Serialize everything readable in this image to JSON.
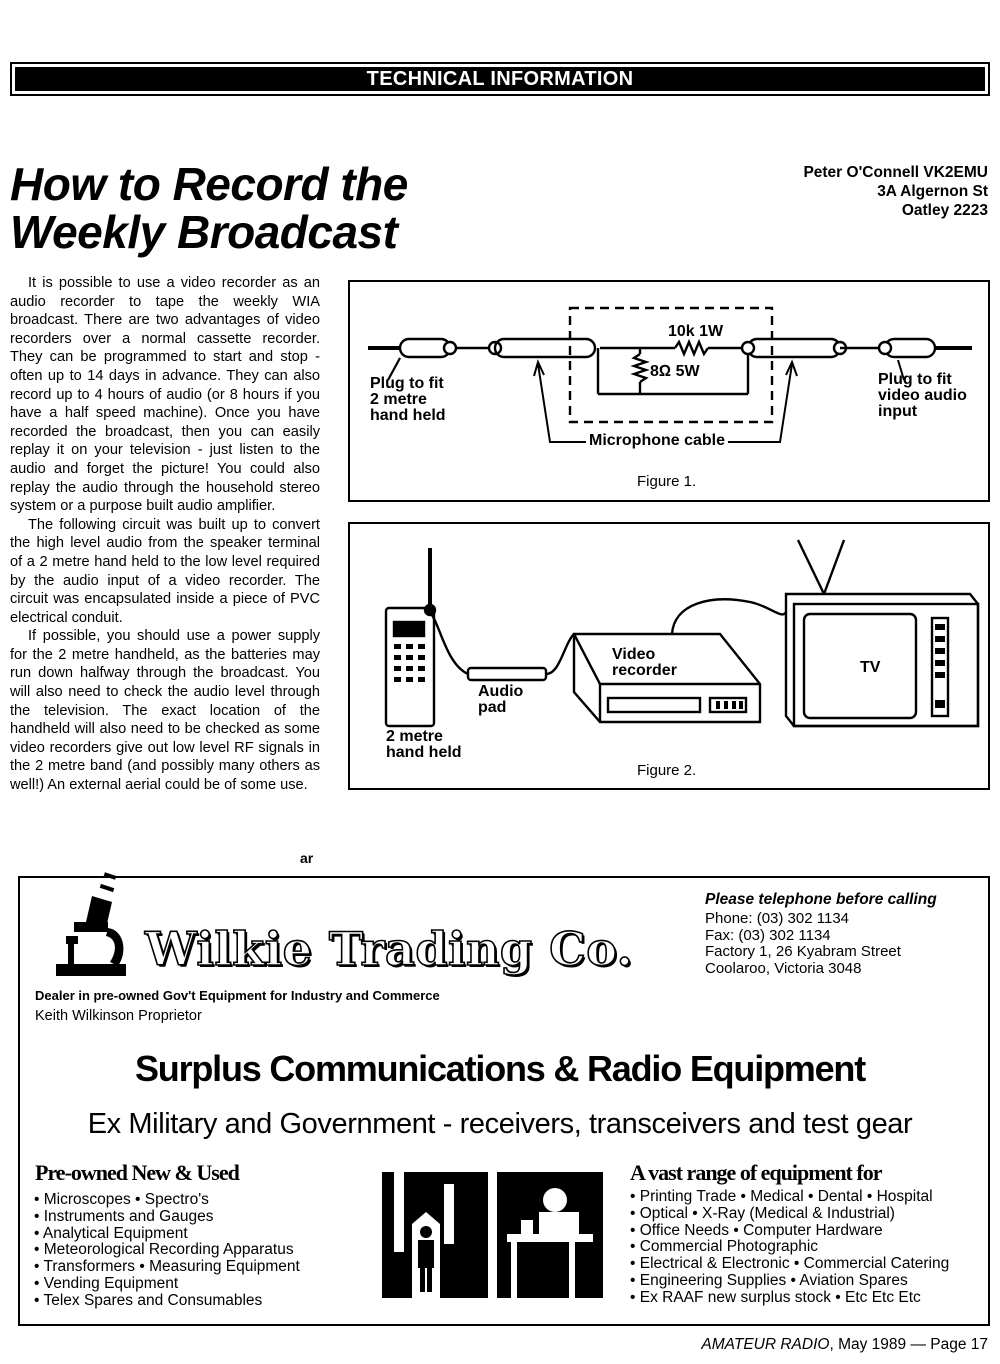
{
  "banner": "TECHNICAL INFORMATION",
  "title": [
    "How to Record the",
    "Weekly Broadcast"
  ],
  "author": [
    "Peter O'Connell VK2EMU",
    "3A Algernon St",
    "Oatley 2223"
  ],
  "body": [
    "It is possible to use a video recorder as an audio recorder to tape the weekly WIA broadcast. There are two advantages of video recorders over a normal cassette recorder. They can be programmed to start and stop - often up to 14 days in advance. They can also record up to 4 hours of audio (or 8 hours if you have a half speed machine). Once you have recorded the broadcast, then you can easily replay it on your television - just listen to the audio and forget the picture! You could also replay the audio through the household stereo system or a purpose built audio amplifier.",
    "The following circuit was built up to convert the high level audio from the speaker terminal of a 2 metre hand held to the low level required by the audio input of a video recorder. The circuit was encapsulated inside a piece of PVC electrical conduit.",
    "If possible, you should use a power supply for the 2 metre handheld, as the batteries may run down halfway through the broadcast. You will also need to check the audio level through the television. The exact location of the handheld will also need to be checked as some video recorders give out low level RF signals in the 2 metre band (and possibly many others as well!) An external aerial could be of some use."
  ],
  "signoff": "ar",
  "figure1": {
    "resistor_series": "10k 1W",
    "resistor_shunt": "8Ω 5W",
    "plug_left": [
      "Plug to fit",
      "2 metre",
      "hand held"
    ],
    "plug_right": [
      "Plug to fit",
      "video audio",
      "input"
    ],
    "cable": "Microphone cable",
    "caption": "Figure 1."
  },
  "figure2": {
    "handheld": [
      "2 metre",
      "hand held"
    ],
    "pad": [
      "Audio",
      "pad"
    ],
    "vcr": [
      "Video",
      "recorder"
    ],
    "tv": "TV",
    "caption": "Figure 2."
  },
  "ad": {
    "name": "Wilkie Trading Co.",
    "dealer": "Dealer in pre-owned Gov't Equipment for Industry and Commerce",
    "proprietor": "Keith Wilkinson Proprietor",
    "contact_header": "Please telephone before calling",
    "contact": [
      "Phone: (03) 302 1134",
      "Fax: (03) 302 1134",
      "Factory 1, 26 Kyabram Street",
      "Coolaroo, Victoria 3048"
    ],
    "headline": "Surplus Communications & Radio Equipment",
    "subheadline": "Ex Military and Government - receivers, transceivers and test gear",
    "left_title": "Pre-owned New & Used",
    "left_items": [
      "Microscopes • Spectro's",
      "Instruments and Gauges",
      "Analytical Equipment",
      "Meteorological Recording Apparatus",
      "Transformers • Measuring Equipment",
      "Vending Equipment",
      "Telex Spares and Consumables"
    ],
    "right_title": "A vast range of equipment for",
    "right_items": [
      "Printing Trade • Medical • Dental • Hospital",
      "Optical • X-Ray (Medical & Industrial)",
      "Office Needs • Computer Hardware",
      "Commercial Photographic",
      "Electrical & Electronic • Commercial Catering",
      "Engineering Supplies • Aviation Spares",
      "Ex RAAF new surplus stock • Etc Etc Etc"
    ]
  },
  "footer": {
    "magazine": "AMATEUR RADIO",
    "issue": ", May 1989 — Page 17"
  }
}
